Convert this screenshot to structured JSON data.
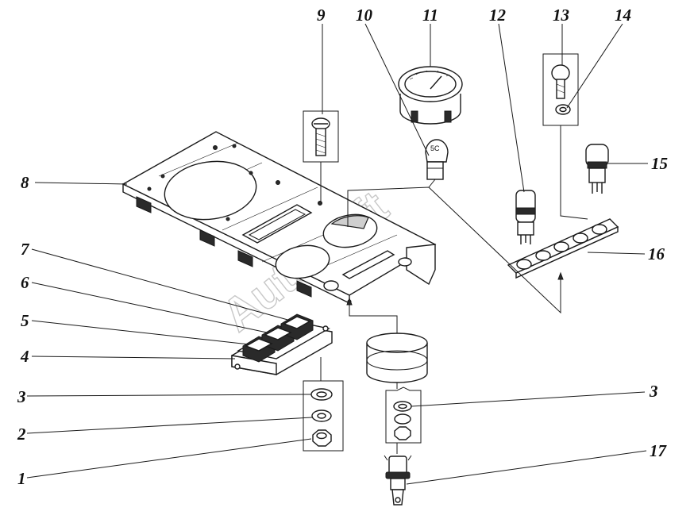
{
  "watermark": "AutoSoft",
  "bulb_mark": "5C",
  "callouts": [
    {
      "id": "c1",
      "label": "1"
    },
    {
      "id": "c2",
      "label": "2"
    },
    {
      "id": "c3a",
      "label": "3"
    },
    {
      "id": "c3b",
      "label": "3"
    },
    {
      "id": "c4",
      "label": "4"
    },
    {
      "id": "c5",
      "label": "5"
    },
    {
      "id": "c6",
      "label": "6"
    },
    {
      "id": "c7",
      "label": "7"
    },
    {
      "id": "c8",
      "label": "8"
    },
    {
      "id": "c9",
      "label": "9"
    },
    {
      "id": "c10",
      "label": "10"
    },
    {
      "id": "c11",
      "label": "11"
    },
    {
      "id": "c12",
      "label": "12"
    },
    {
      "id": "c13",
      "label": "13"
    },
    {
      "id": "c14",
      "label": "14"
    },
    {
      "id": "c15",
      "label": "15"
    },
    {
      "id": "c16",
      "label": "16"
    },
    {
      "id": "c17",
      "label": "17"
    }
  ]
}
